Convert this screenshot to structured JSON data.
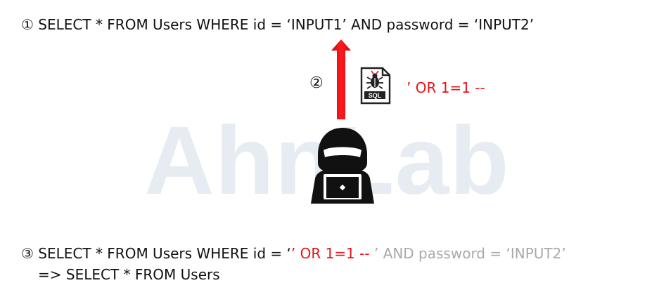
{
  "watermark": "AhnLab",
  "step1": {
    "number": "①",
    "text": "SELECT * FROM Users WHERE id = ‘INPUT1’ AND password = ‘INPUT2’"
  },
  "step2": {
    "number": "②",
    "icon_label": "SQL",
    "payload": "’ OR 1=1 --"
  },
  "step3": {
    "number": "③",
    "prefix": "SELECT * FROM Users WHERE id = ‘",
    "injected": "’ OR 1=1 --",
    "commented": "’ AND password = ‘INPUT2’",
    "result": "=> SELECT * FROM Users"
  },
  "colors": {
    "accent": "#e6141b",
    "commented": "#a9a9a9",
    "watermark": "#e7ecf3"
  },
  "icons": [
    "up-arrow-icon",
    "sql-bug-file-icon",
    "hacker-laptop-icon"
  ]
}
